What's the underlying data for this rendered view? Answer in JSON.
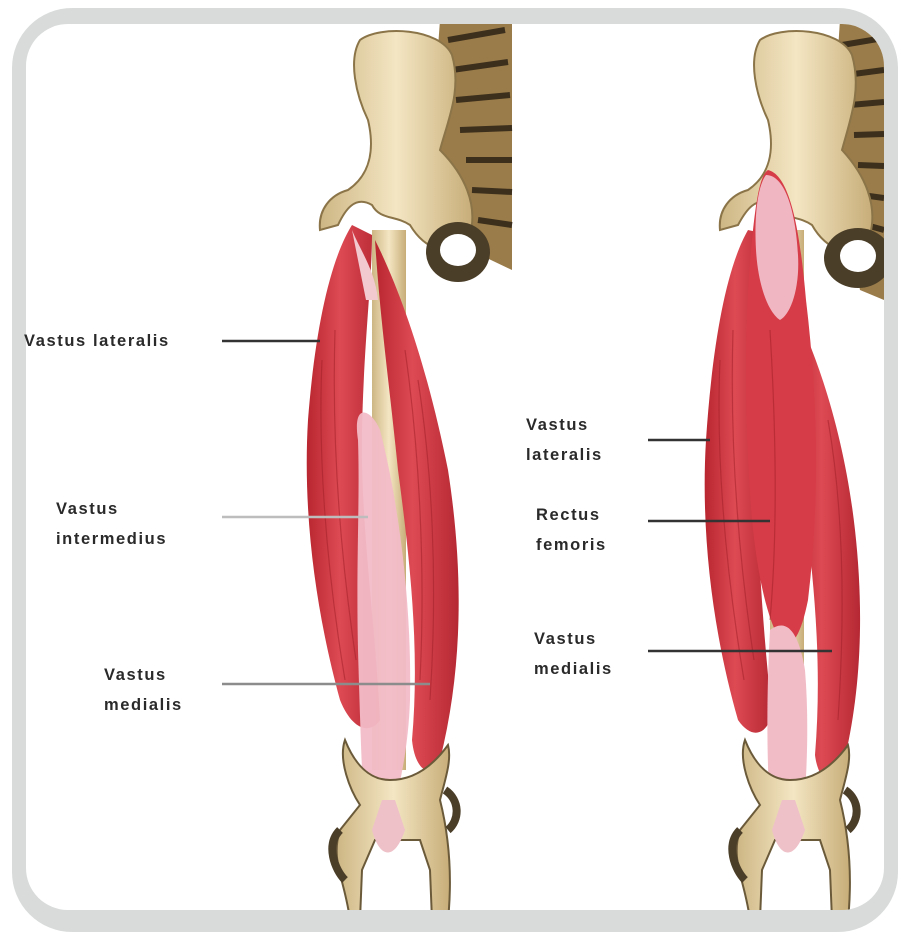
{
  "left_panel": {
    "vastus_lateralis": "Vastus lateralis",
    "vastus_intermedius": [
      "Vastus",
      "intermedius"
    ],
    "vastus_medialis": [
      "Vastus",
      "medialis"
    ]
  },
  "right_panel": {
    "vastus_lateralis": [
      "Vastus",
      "lateralis"
    ],
    "rectus_femoris": [
      "Rectus",
      "femoris"
    ],
    "vastus_medialis": [
      "Vastus",
      "medialis"
    ]
  },
  "colors": {
    "muscle": "#d8414b",
    "muscle_dark": "#b8262f",
    "tendon": "#efb9c3",
    "bone": "#efdcb0",
    "bone_shadow": "#6b5a3a",
    "frame": "#d9dbdb"
  }
}
